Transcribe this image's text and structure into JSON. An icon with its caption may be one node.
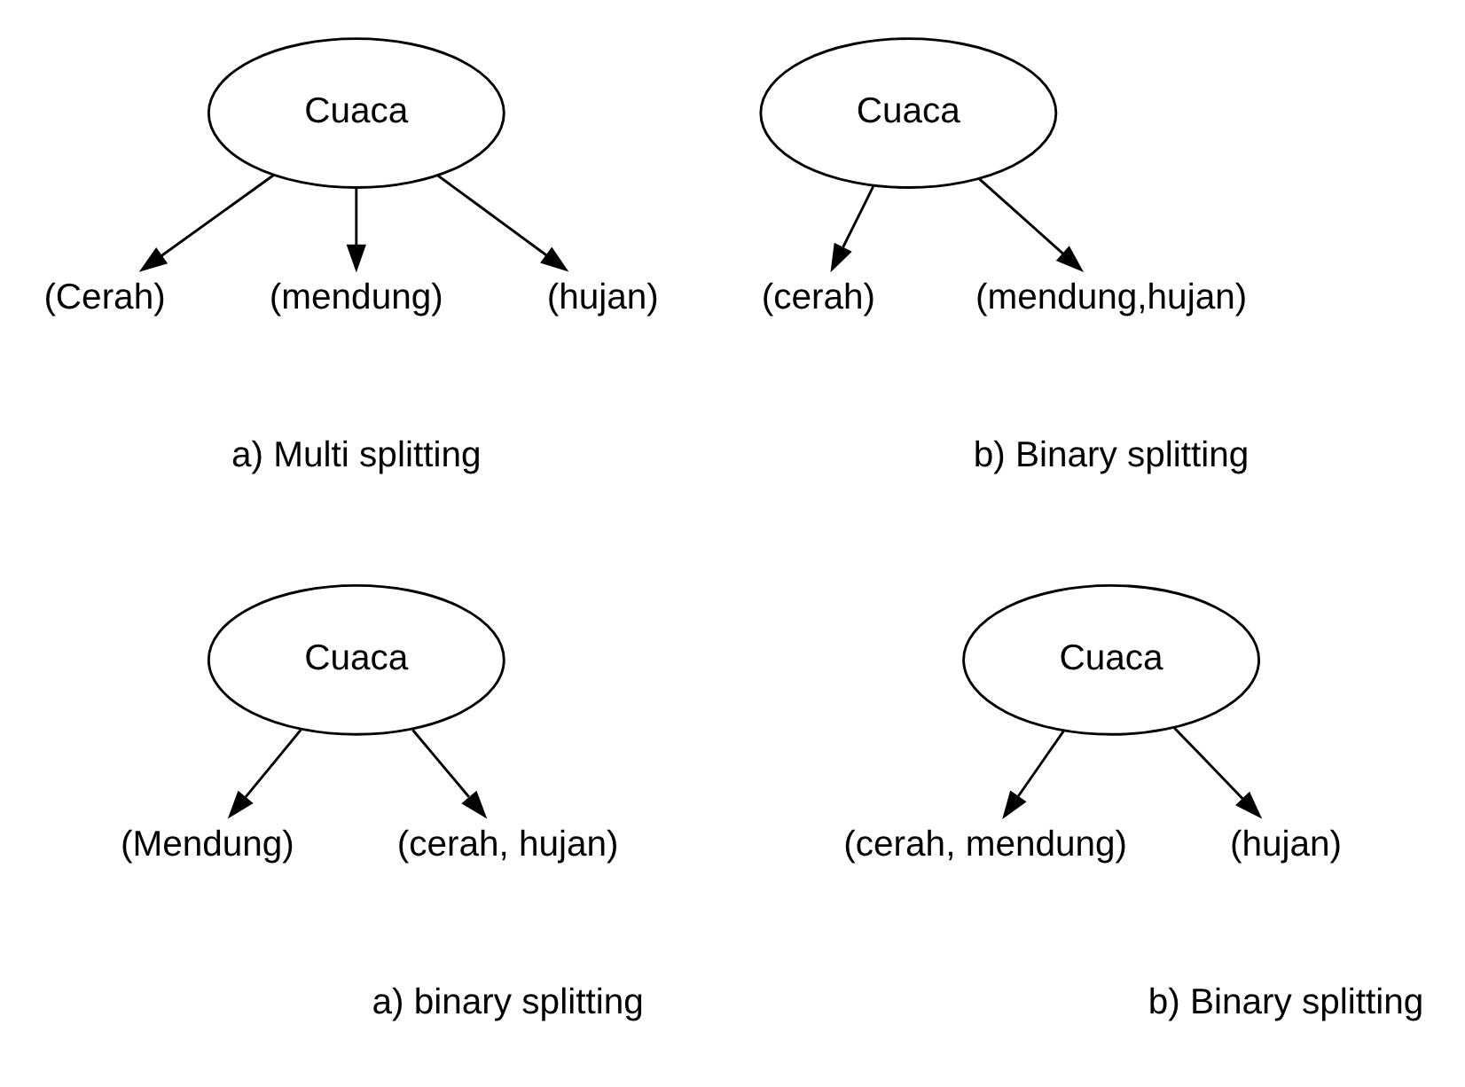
{
  "diagram": {
    "nodes": [
      {
        "text": [
          "Cuaca"
        ]
      },
      {
        "text": [
          "(Cerah)"
        ]
      },
      {
        "text": [
          "(mendung)"
        ]
      },
      {
        "text": [
          "(hujan)"
        ]
      },
      {
        "text": [
          "Cuaca"
        ]
      },
      {
        "text": [
          "(cerah)"
        ]
      },
      {
        "text": [
          "(mendung,hujan)"
        ]
      },
      {
        "text": [
          "Cuaca"
        ]
      },
      {
        "text": [
          "(Mendung)"
        ]
      },
      {
        "text": [
          "(cerah, hujan)"
        ]
      },
      {
        "text": [
          "Cuaca"
        ]
      },
      {
        "text": [
          "(cerah, mendung)"
        ]
      },
      {
        "text": [
          "(hujan)"
        ]
      }
    ],
    "edges": [
      {
        "from": 0,
        "to": 1,
        "arrow": "to"
      },
      {
        "from": 0,
        "to": 2,
        "arrow": "to"
      },
      {
        "from": 0,
        "to": 3,
        "arrow": "to"
      },
      {
        "from": 4,
        "to": 5,
        "arrow": "to"
      },
      {
        "from": 4,
        "to": 6,
        "arrow": "to"
      },
      {
        "from": 7,
        "to": 8,
        "arrow": "to"
      },
      {
        "from": 7,
        "to": 9,
        "arrow": "to"
      },
      {
        "from": 10,
        "to": 11,
        "arrow": "to"
      },
      {
        "from": 10,
        "to": 12,
        "arrow": "to"
      }
    ],
    "labels": [
      "a) Multi splitting",
      "b) Binary splitting",
      "a) binary splitting",
      "b) Binary splitting"
    ]
  }
}
